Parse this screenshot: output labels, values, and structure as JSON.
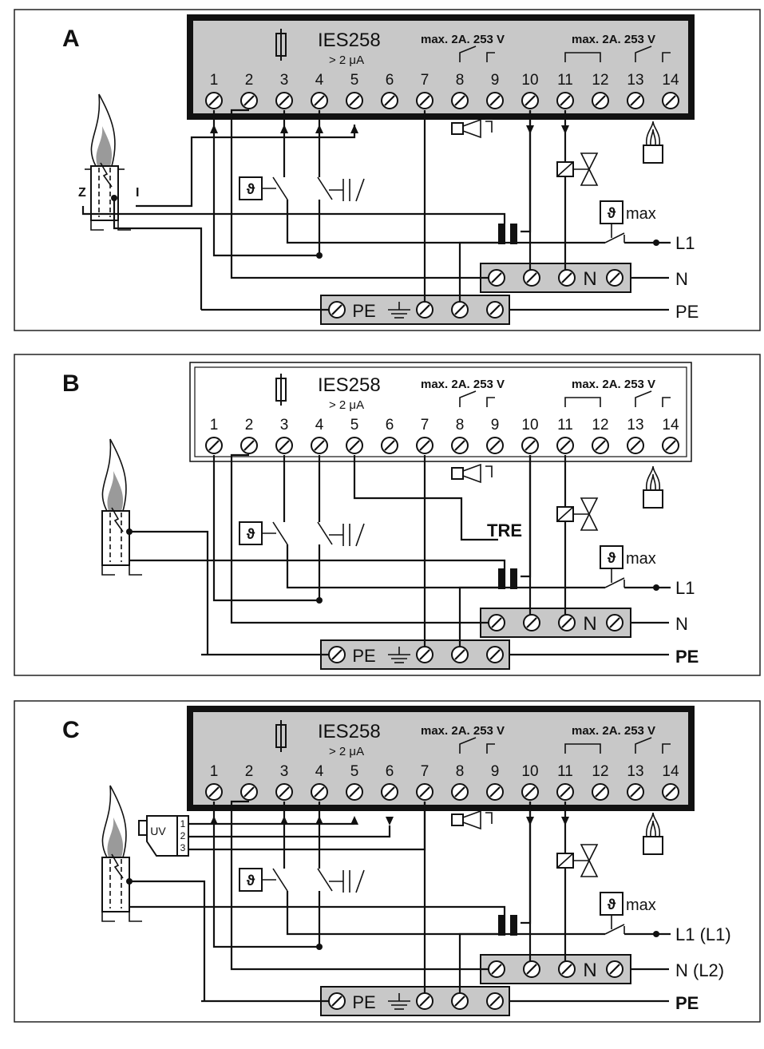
{
  "panels": [
    {
      "id": "A",
      "label": "A",
      "box_style": "thick",
      "model": "IES258",
      "sensitivity": "> 2 μA",
      "relay_rating_left": "max. 2A. 253 V",
      "relay_rating_right": "max. 2A. 253 V",
      "terminals": [
        "1",
        "2",
        "3",
        "4",
        "5",
        "6",
        "7",
        "8",
        "9",
        "10",
        "11",
        "12",
        "13",
        "14"
      ],
      "electrode_labels": {
        "z": "Z",
        "i": "I"
      },
      "transformer_label": "",
      "uv_label": "",
      "uv_pins": [],
      "thermostat_max": "max",
      "n_terminal": "N",
      "pe_terminal": "PE",
      "mains_l1": "L1",
      "mains_n": "N",
      "mains_pe": "PE"
    },
    {
      "id": "B",
      "label": "B",
      "box_style": "thin",
      "model": "IES258",
      "sensitivity": "> 2 μA",
      "relay_rating_left": "max. 2A. 253 V",
      "relay_rating_right": "max. 2A. 253 V",
      "terminals": [
        "1",
        "2",
        "3",
        "4",
        "5",
        "6",
        "7",
        "8",
        "9",
        "10",
        "11",
        "12",
        "13",
        "14"
      ],
      "electrode_labels": {
        "z": "",
        "i": ""
      },
      "transformer_label": "TRE",
      "uv_label": "",
      "uv_pins": [],
      "thermostat_max": "max",
      "n_terminal": "N",
      "pe_terminal": "PE",
      "mains_l1": "L1",
      "mains_n": "N",
      "mains_pe": "PE"
    },
    {
      "id": "C",
      "label": "C",
      "box_style": "thick",
      "model": "IES258",
      "sensitivity": "> 2 μA",
      "relay_rating_left": "max. 2A. 253 V",
      "relay_rating_right": "max. 2A. 253 V",
      "terminals": [
        "1",
        "2",
        "3",
        "4",
        "5",
        "6",
        "7",
        "8",
        "9",
        "10",
        "11",
        "12",
        "13",
        "14"
      ],
      "electrode_labels": {
        "z": "",
        "i": ""
      },
      "transformer_label": "",
      "uv_label": "UV",
      "uv_pins": [
        "1",
        "2",
        "3"
      ],
      "thermostat_max": "max",
      "n_terminal": "N",
      "pe_terminal": "PE",
      "mains_l1": "L1 (L1)",
      "mains_n": "N   (L2)",
      "mains_pe": "PE"
    }
  ],
  "colors": {
    "housing_fill": "#c8c8c8",
    "strip_fill": "#c8c8c8",
    "line": "#111111",
    "background": "#ffffff"
  }
}
